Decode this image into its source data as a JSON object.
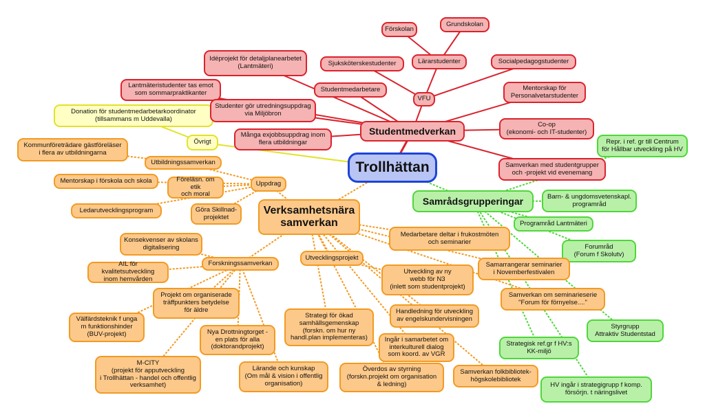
{
  "colors": {
    "red_fill": "#f6b3b3",
    "red_border": "#d9232d",
    "orange_fill": "#fdc98a",
    "orange_border": "#f29a22",
    "green_fill": "#b8f0a8",
    "green_border": "#4fd63a",
    "yellow_fill": "#ffffc4",
    "yellow_border": "#e2e22a",
    "center_fill": "#b8c4f4",
    "center_border": "#1d44d8"
  },
  "nodes": {
    "trollhattan": "Trollhättan",
    "studentmedverkan": "Studentmedverkan",
    "samradsgrupperingar": "Samrådsgrupperingar",
    "verksamhetsnara": "Verksamhetsnära\nsamverkan",
    "ovrigt": "Övrigt",
    "donation": "Donation för studentmedarbetarkoordinator\n(tillsammans m Uddevalla)",
    "forskolan": "Förskolan",
    "grundskolan": "Grundskolan",
    "lararstudenter": "Lärarstudenter",
    "sjukskoterskestudenter": "Sjuksköterskestudenter",
    "socialpedagogstudenter": "Socialpedagogstudenter",
    "ideprojekt": "Idéprojekt för detaljplanearbetet\n(Lantmäteri)",
    "lantmateristudenter": "Lantmäteristudenter tas emot\nsom sommarpraktikanter",
    "studentmedarbetare": "Studentmedarbetare",
    "vfu": "VFU",
    "mentorskap_personal": "Mentorskap för\nPersonalvetarstudenter",
    "utredningsuppdrag": "Studenter gör utredningsuppdrag\nvia Miljöbron",
    "coop": "Co-op\n(ekonomi- och IT-studenter)",
    "exjobb": "Många exjobbsuppdrag inom\nflera utbildningar",
    "studentgrupper": "Samverkan med studentgrupper\noch -projekt vid evenemang",
    "repr_centrum": "Repr. i ref. gr till Centrum\nför Hållbar utveckling på HV",
    "barn_ungdom": "Barn- & ungdomsvetenskapl.\nprogramråd",
    "programrad_lantmateri": "Programråd Lantmäteri",
    "forumrad": "Forumråd\n(Forum f Skolutv)",
    "styrgrupp": "Styrgrupp\nAttraktiv Studentstad",
    "strategisk_ref": "Strategisk ref.gr f HV:s\nKK-miljö",
    "hv_strategigrupp": "HV ingår i strategigrupp f komp.\nförsörjn. t näringslivet",
    "kommunforetradare": "Kommunföreträdare gästföreläser\ni flera av utbildningarna",
    "utbildningssamverkan": "Utbildningssamverkan",
    "mentorskap_forskola": "Mentorskap i förskola och skola",
    "forelasn": "Föreläsn. om etik\noch moral",
    "uppdrag": "Uppdrag",
    "ledarutveckling": "Ledarutvecklingsprogram",
    "gora_skillnad": "Göra Skillnad-\nprojektet",
    "konsekvenser": "Konsekvenser av skolans\ndigitalisering",
    "forskningssamverkan": "Forskningssamverkan",
    "ail": "AIL för kvalitetsutveckling\ninom hemvården",
    "projekt_traffpunkter": "Projekt om organiserade\nträffpunkters betydelse\nför äldre",
    "valfardsteknik": "Välfärdsteknik f unga\nm funktionshinder\n(BUV-projekt)",
    "nya_drottningtorget": "Nya Drottningtorget -\nen plats för alla\n(doktorandprojekt)",
    "m_city": "M-CITY\n(projekt för apputveckling\ni Trollhättan - handel och offentlig\nverksamhet)",
    "larande_kunskap": "Lärande och kunskap\n(Om mål & vision i offentlig\norganisation)",
    "utvecklingsprojekt": "Utvecklingsprojekt",
    "strategi_okad": "Strategi för ökad\nsamhällsgemenskap\n(forskn. om hur ny\nhandl.plan implementeras)",
    "overdos": "Överdos av styrning\n(forskn.projekt om organisation\n& ledning)",
    "ingar_samarbetet": "Ingår i samarbetet om\ninterkulturell dialog\nsom koord. av VGR",
    "utveckling_webb": "Utveckling av ny\nwebb för N3\n(inlett som studentprojekt)",
    "handledning": "Handledning för utveckling\nav engelskundervisningen",
    "medarbetare_frukost": "Medarbetare deltar i frukostmöten\noch seminarier",
    "samarrangerar": "Samarrangerar seminarier\ni Novemberfestivalen",
    "samverkan_seminarieserie": "Samverkan om seminarieserie\n\"Forum för förnyelse....\"",
    "samverkan_folkbibliotek": "Samverkan folkbibliotek-\nhögskolebibliotek"
  }
}
